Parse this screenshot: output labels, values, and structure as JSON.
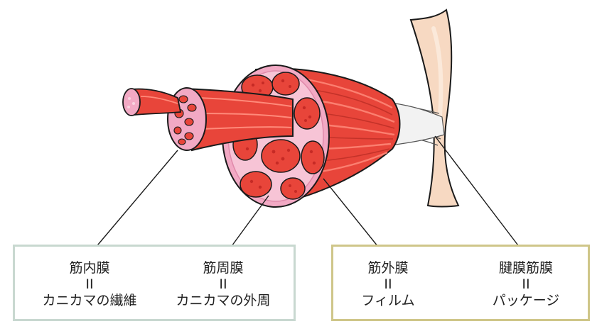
{
  "labels": {
    "endomysium": {
      "term": "筋内膜",
      "equals": "II",
      "analogy": "カニカマの繊維"
    },
    "perimysium": {
      "term": "筋周膜",
      "equals": "II",
      "analogy": "カニカマの外周"
    },
    "epimysium": {
      "term": "筋外膜",
      "equals": "II",
      "analogy": "フィルム"
    },
    "tendon": {
      "term": "腱膜筋膜",
      "equals": "II",
      "analogy": "パッケージ"
    }
  },
  "colors": {
    "muscle_red": "#e8453a",
    "muscle_dark": "#b52a22",
    "membrane_pink": "#f2a9c4",
    "bone": "#f7d9c2",
    "box_left_border": "#c8d8d0",
    "box_right_border": "#cfc689"
  }
}
